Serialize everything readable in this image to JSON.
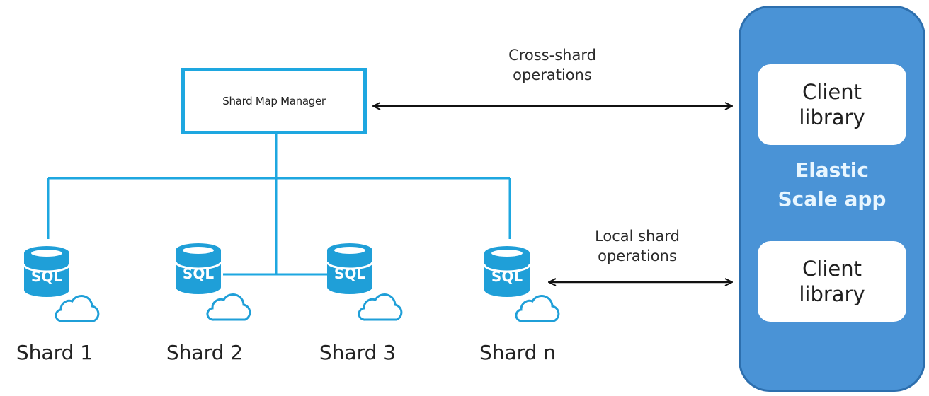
{
  "shard_map_manager": {
    "label": "Shard Map Manager"
  },
  "cross_shard": {
    "label_line1": "Cross-shard",
    "label_line2": "operations"
  },
  "local_shard": {
    "label_line1": "Local shard",
    "label_line2": "operations"
  },
  "shards": [
    {
      "label": "Shard 1",
      "db_text": "SQL"
    },
    {
      "label": "Shard 2",
      "db_text": "SQL"
    },
    {
      "label": "Shard 3",
      "db_text": "SQL"
    },
    {
      "label": "Shard n",
      "db_text": "SQL"
    }
  ],
  "app": {
    "title": "Elastic\nScale app",
    "client_top": "Client\nlibrary",
    "client_bottom": "Client\nlibrary"
  },
  "colors": {
    "accent_blue": "#1ea7e0",
    "db_blue": "#1f9fd8",
    "app_panel": "#4a93d6",
    "app_border": "#2d6fae",
    "app_title_text": "#e8f6ff",
    "arrow": "#111111"
  },
  "icons": {
    "database": "sql-database-cloud-icon",
    "arrow": "double-headed-arrow"
  }
}
